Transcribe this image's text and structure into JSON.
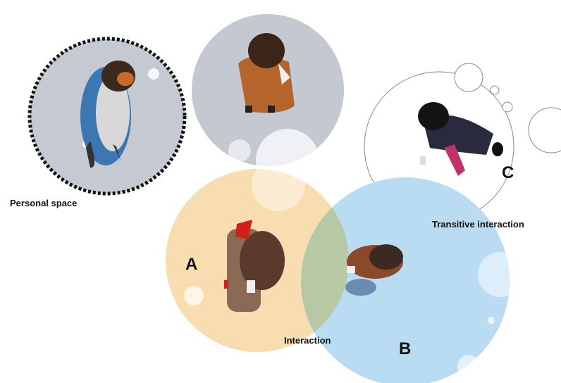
{
  "labels": {
    "personal_space": "Personal space",
    "interaction": "Interaction",
    "transitive_interaction": "Transitive interaction",
    "a": "A",
    "b": "B",
    "c": "C"
  },
  "colors": {
    "personal_circle": "#c4c9d2",
    "top_circle": "#c3c8d1",
    "circle_a": "#f8ddb0",
    "circle_b": "#b9dcf2",
    "overlap": "#b6c9a4",
    "bubble": "#ffffff",
    "dashed_border": "#111111"
  }
}
